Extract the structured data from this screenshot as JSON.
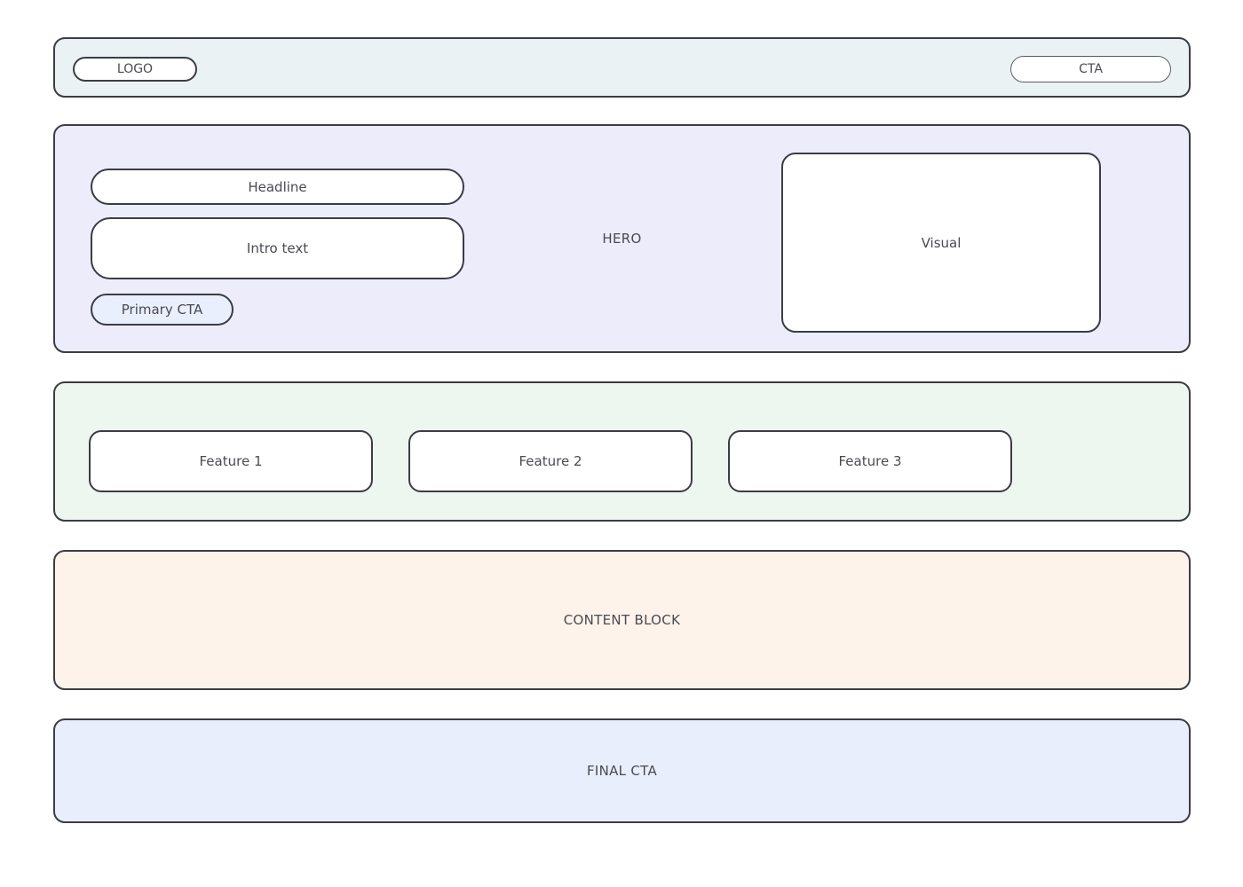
{
  "theme": {
    "page_background": "#ffffff",
    "outline_color": "#3c3c44",
    "text_color": "#4a4a52",
    "header_bg": "#eaf2f4",
    "hero_bg": "#ececfb",
    "features_bg": "#edf7ef",
    "content_bg": "#fdf3ea",
    "final_cta_bg": "#e8eefb",
    "primary_cta_fill": "#e9effc",
    "box_fill": "#ffffff"
  },
  "header": {
    "logo_label": "LOGO",
    "cta_label": "CTA"
  },
  "hero": {
    "section_label": "HERO",
    "headline_label": "Headline",
    "intro_label": "Intro text",
    "primary_cta_label": "Primary CTA",
    "visual_label": "Visual"
  },
  "features": {
    "cards": [
      {
        "label": "Feature 1"
      },
      {
        "label": "Feature 2"
      },
      {
        "label": "Feature 3"
      }
    ]
  },
  "content": {
    "label": "CONTENT BLOCK"
  },
  "final_cta": {
    "label": "FINAL CTA"
  }
}
